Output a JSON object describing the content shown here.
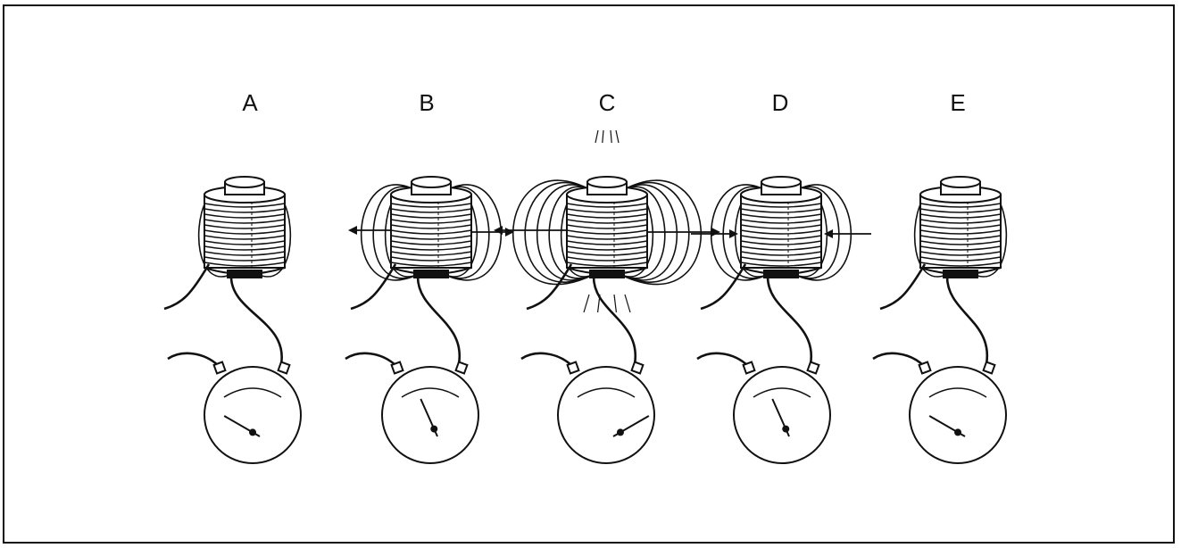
{
  "figure": {
    "panels": [
      {
        "label": "A",
        "field_rings": 1,
        "field_arrows": "none",
        "meter_reading": 0.0
      },
      {
        "label": "B",
        "field_rings": 3,
        "field_arrows": "outward",
        "meter_reading": 0.3
      },
      {
        "label": "C",
        "field_rings": 5,
        "field_arrows": "outward",
        "meter_reading": 1.0
      },
      {
        "label": "D",
        "field_rings": 3,
        "field_arrows": "inward",
        "meter_reading": 0.3
      },
      {
        "label": "E",
        "field_rings": 1,
        "field_arrows": "none",
        "meter_reading": 0.0
      }
    ]
  }
}
